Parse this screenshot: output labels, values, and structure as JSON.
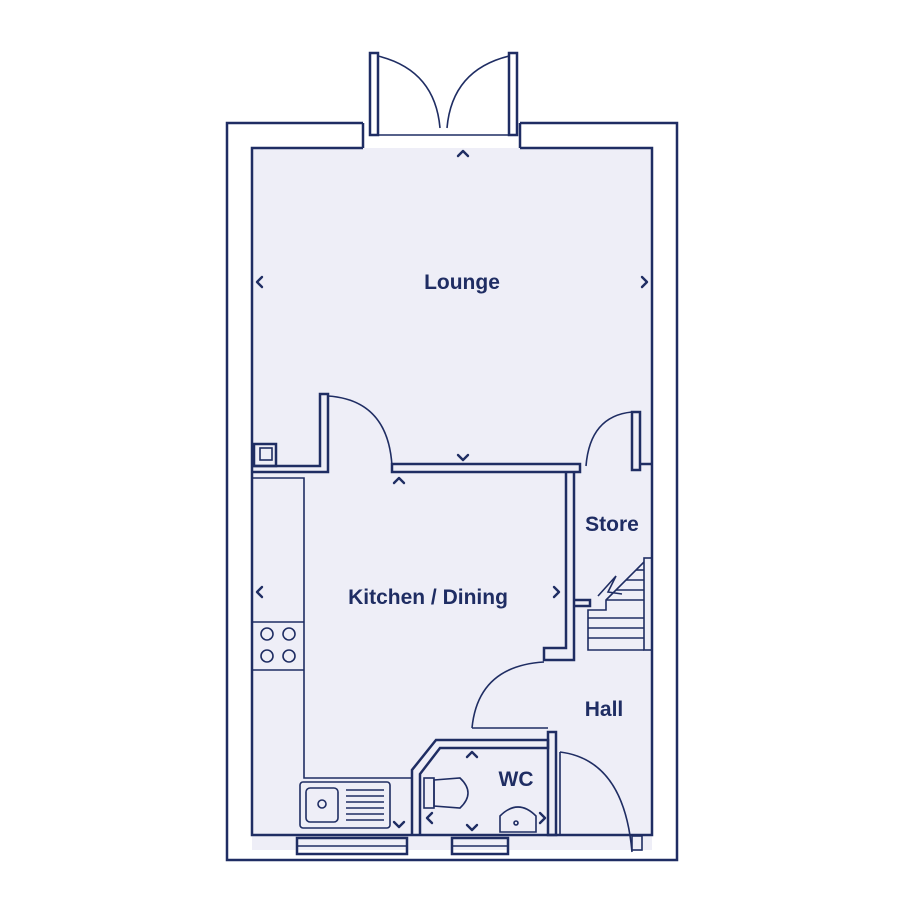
{
  "rooms": {
    "lounge": "Lounge",
    "kitchen_dining": "Kitchen / Dining",
    "store": "Store",
    "hall": "Hall",
    "wc": "WC"
  },
  "colors": {
    "line": "#1f2d63",
    "floor": "#eeeef7",
    "background": "#ffffff"
  }
}
